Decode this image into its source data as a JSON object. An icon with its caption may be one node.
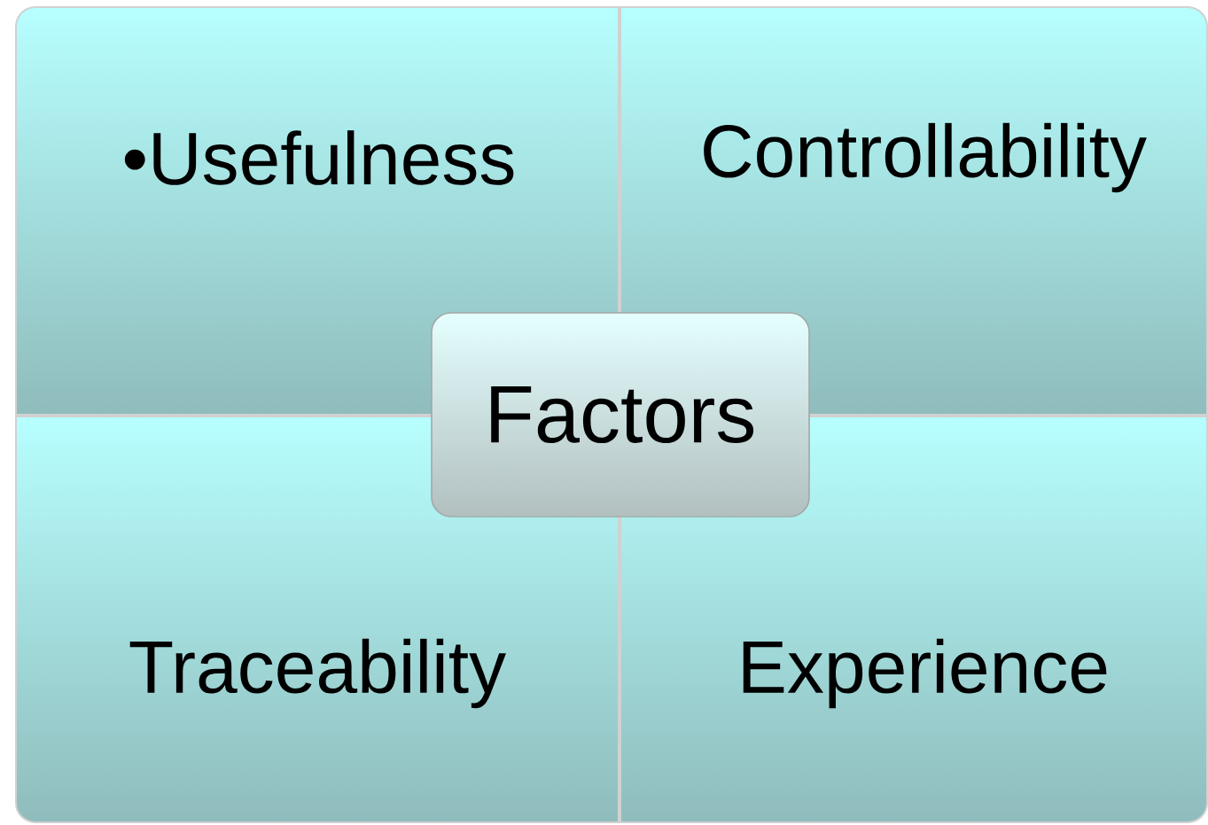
{
  "diagram": {
    "nodes": [
      {
        "text": [
          "•Usefulness"
        ]
      },
      {
        "text": [
          "Controllability"
        ]
      },
      {
        "text": [
          "Factors"
        ]
      },
      {
        "text": [
          "Traceability"
        ]
      },
      {
        "text": [
          "Experience"
        ]
      }
    ]
  }
}
